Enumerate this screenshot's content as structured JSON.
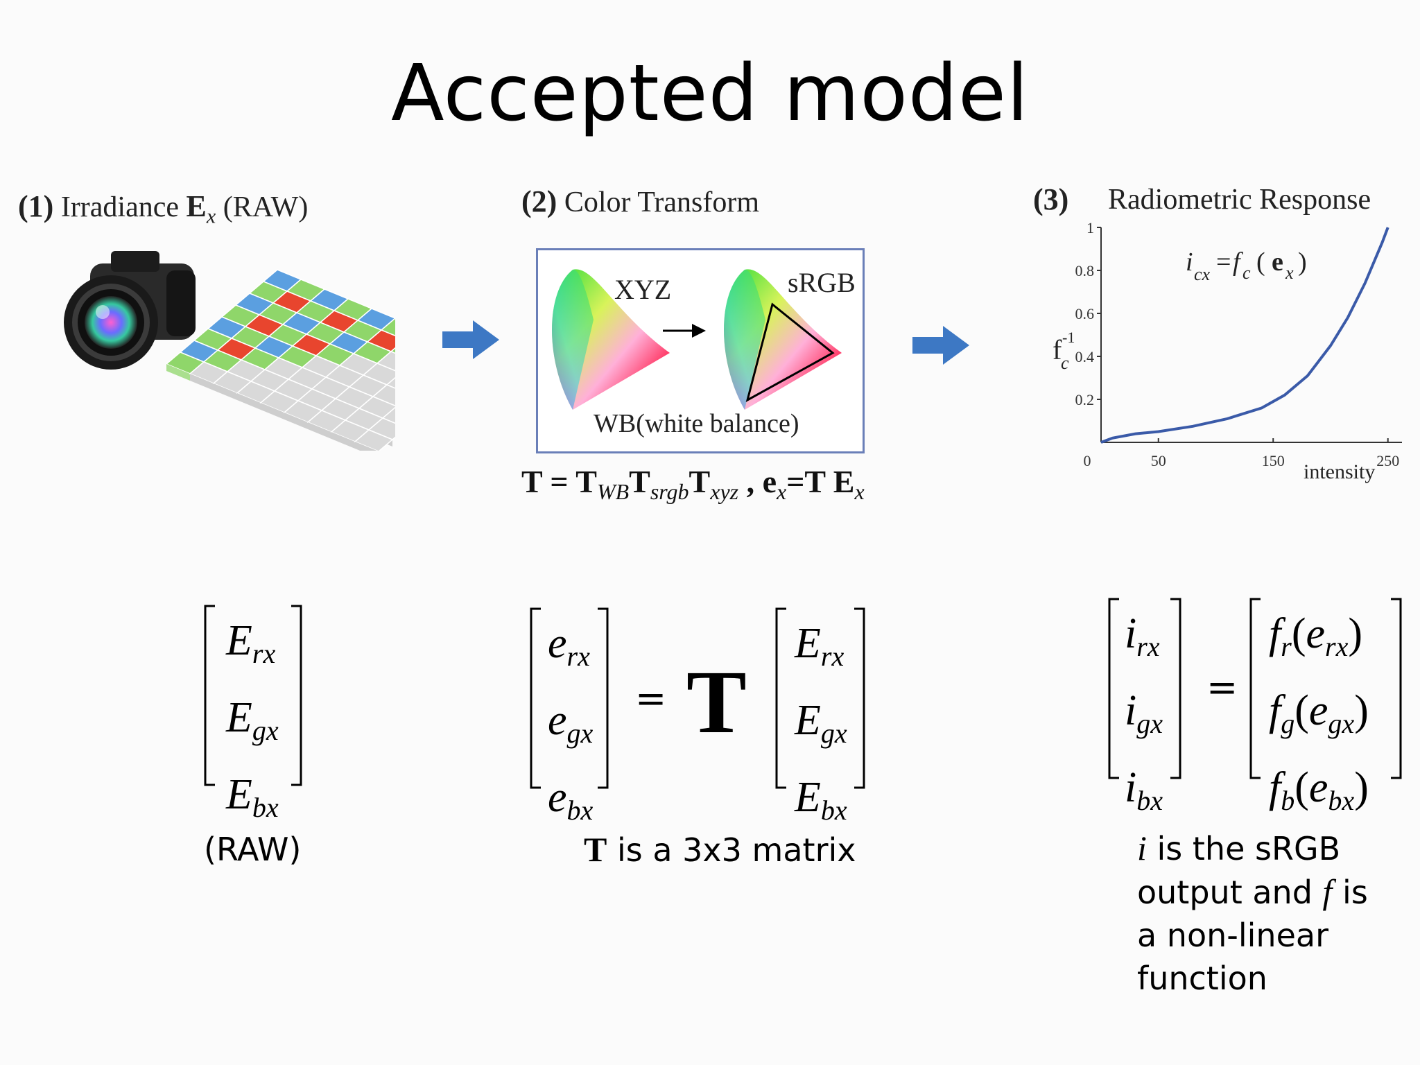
{
  "title": "Accepted model",
  "panel1": {
    "num": "(1)",
    "label": "Irradiance",
    "E": "E",
    "E_sub": "x",
    "raw": "(RAW)"
  },
  "panel2": {
    "num": "(2)",
    "label": "Color Transform",
    "xyz": "XYZ",
    "srgb": "sRGB",
    "wb": "WB(white balance)",
    "formula": {
      "T": "T",
      "eq": " = ",
      "T1": "T",
      "sub1": "WB",
      "T2": "T",
      "sub2": "srgb",
      "T3": "T",
      "sub3": "xyz",
      "comma": " , ",
      "e": "e",
      "e_sub": "x",
      "eq2": "=T E",
      "E_sub": "x"
    }
  },
  "panel3": {
    "num": "(3)",
    "label": "Radiometric Response",
    "y_label": "f",
    "y_label_sub": "c",
    "y_label_sup": "-1",
    "x_label": "intensity",
    "curve_eq": {
      "i": "i",
      "i_sub": "cx",
      "eq": "=",
      "f": "f",
      "f_sub": "c",
      "open": "(",
      "e": "e",
      "e_sub": "x",
      "close": ")"
    }
  },
  "chart_data": {
    "type": "line",
    "title": "Radiometric Response",
    "xlabel": "intensity",
    "ylabel": "f_c^-1",
    "x_ticks": [
      "0",
      "50",
      "150",
      "250"
    ],
    "y_ticks": [
      "0.2",
      "0.4",
      "0.6",
      "0.8",
      "1"
    ],
    "xlim": [
      0,
      255
    ],
    "ylim": [
      0,
      1
    ],
    "series": [
      {
        "x": [
          0,
          10,
          30,
          50,
          80,
          110,
          140,
          160,
          180,
          200,
          215,
          230,
          245,
          250
        ],
        "y": [
          0.0,
          0.02,
          0.04,
          0.05,
          0.075,
          0.11,
          0.16,
          0.22,
          0.31,
          0.45,
          0.58,
          0.74,
          0.93,
          1.0
        ]
      }
    ]
  },
  "eq1": {
    "rows": [
      {
        "var": "E",
        "sub": "rx"
      },
      {
        "var": "E",
        "sub": "gx"
      },
      {
        "var": "E",
        "sub": "bx"
      }
    ],
    "caption": "(RAW)"
  },
  "eq2": {
    "lhs": [
      {
        "var": "e",
        "sub": "rx"
      },
      {
        "var": "e",
        "sub": "gx"
      },
      {
        "var": "e",
        "sub": "bx"
      }
    ],
    "eq": "=",
    "T": "T",
    "rhs": [
      {
        "var": "E",
        "sub": "rx"
      },
      {
        "var": "E",
        "sub": "gx"
      },
      {
        "var": "E",
        "sub": "bx"
      }
    ],
    "caption_T": "T",
    "caption_rest": " is a 3x3 matrix"
  },
  "eq3": {
    "lhs": [
      {
        "var": "i",
        "sub": "rx"
      },
      {
        "var": "i",
        "sub": "gx"
      },
      {
        "var": "i",
        "sub": "bx"
      }
    ],
    "eq": "=",
    "rhs": [
      {
        "f": "f",
        "fsub": "r",
        "open": "(",
        "e": "e",
        "esub": "rx",
        "close": ")"
      },
      {
        "f": "f",
        "fsub": "g",
        "open": "(",
        "e": "e",
        "esub": "gx",
        "close": ")"
      },
      {
        "f": "f",
        "fsub": "b",
        "open": "(",
        "e": "e",
        "esub": "bx",
        "close": ")"
      }
    ],
    "caption_lines": {
      "l1_i": "i",
      "l1_rest": " is the sRGB",
      "l2_a": "output and ",
      "l2_f": "f",
      "l2_b": " is",
      "l3": "a non-linear",
      "l4": "function"
    }
  },
  "colors": {
    "arrow_blue": "#3d78c4",
    "curve_blue": "#3a5aa8",
    "box_border": "#6a7fb8",
    "cell_red": "#e8452e",
    "cell_green": "#8fd66a",
    "cell_blue": "#5b9fe0",
    "cell_gray": "#d9d9d9"
  }
}
